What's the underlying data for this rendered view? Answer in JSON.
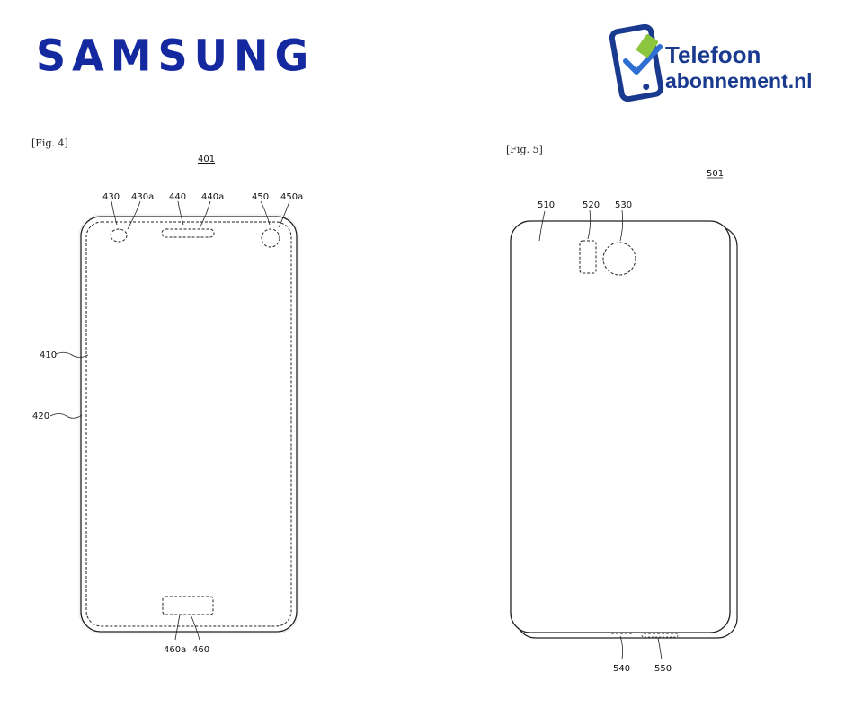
{
  "brand": {
    "samsung_text": "SAMSUNG",
    "samsung_color": "#1428a0",
    "tele_line1": "Telefoon",
    "tele_line2": "abonnement.nl",
    "tele_color": "#1a3a8f",
    "tele_accent": "#2f6fd1",
    "tele_sim_color": "#8cc63f"
  },
  "fig4": {
    "label": "[Fig. 4]",
    "number": "401",
    "refs": {
      "r430": "430",
      "r430a": "430a",
      "r440": "440",
      "r440a": "440a",
      "r450": "450",
      "r450a": "450a",
      "r410": "410",
      "r420": "420",
      "r460a": "460a",
      "r460": "460"
    }
  },
  "fig5": {
    "label": "[Fig. 5]",
    "number": "501",
    "refs": {
      "r510": "510",
      "r520": "520",
      "r530": "530",
      "r540": "540",
      "r550": "550"
    }
  },
  "icons": {
    "tele_logo": "phone-check-icon",
    "sim": "sim-card-icon"
  }
}
